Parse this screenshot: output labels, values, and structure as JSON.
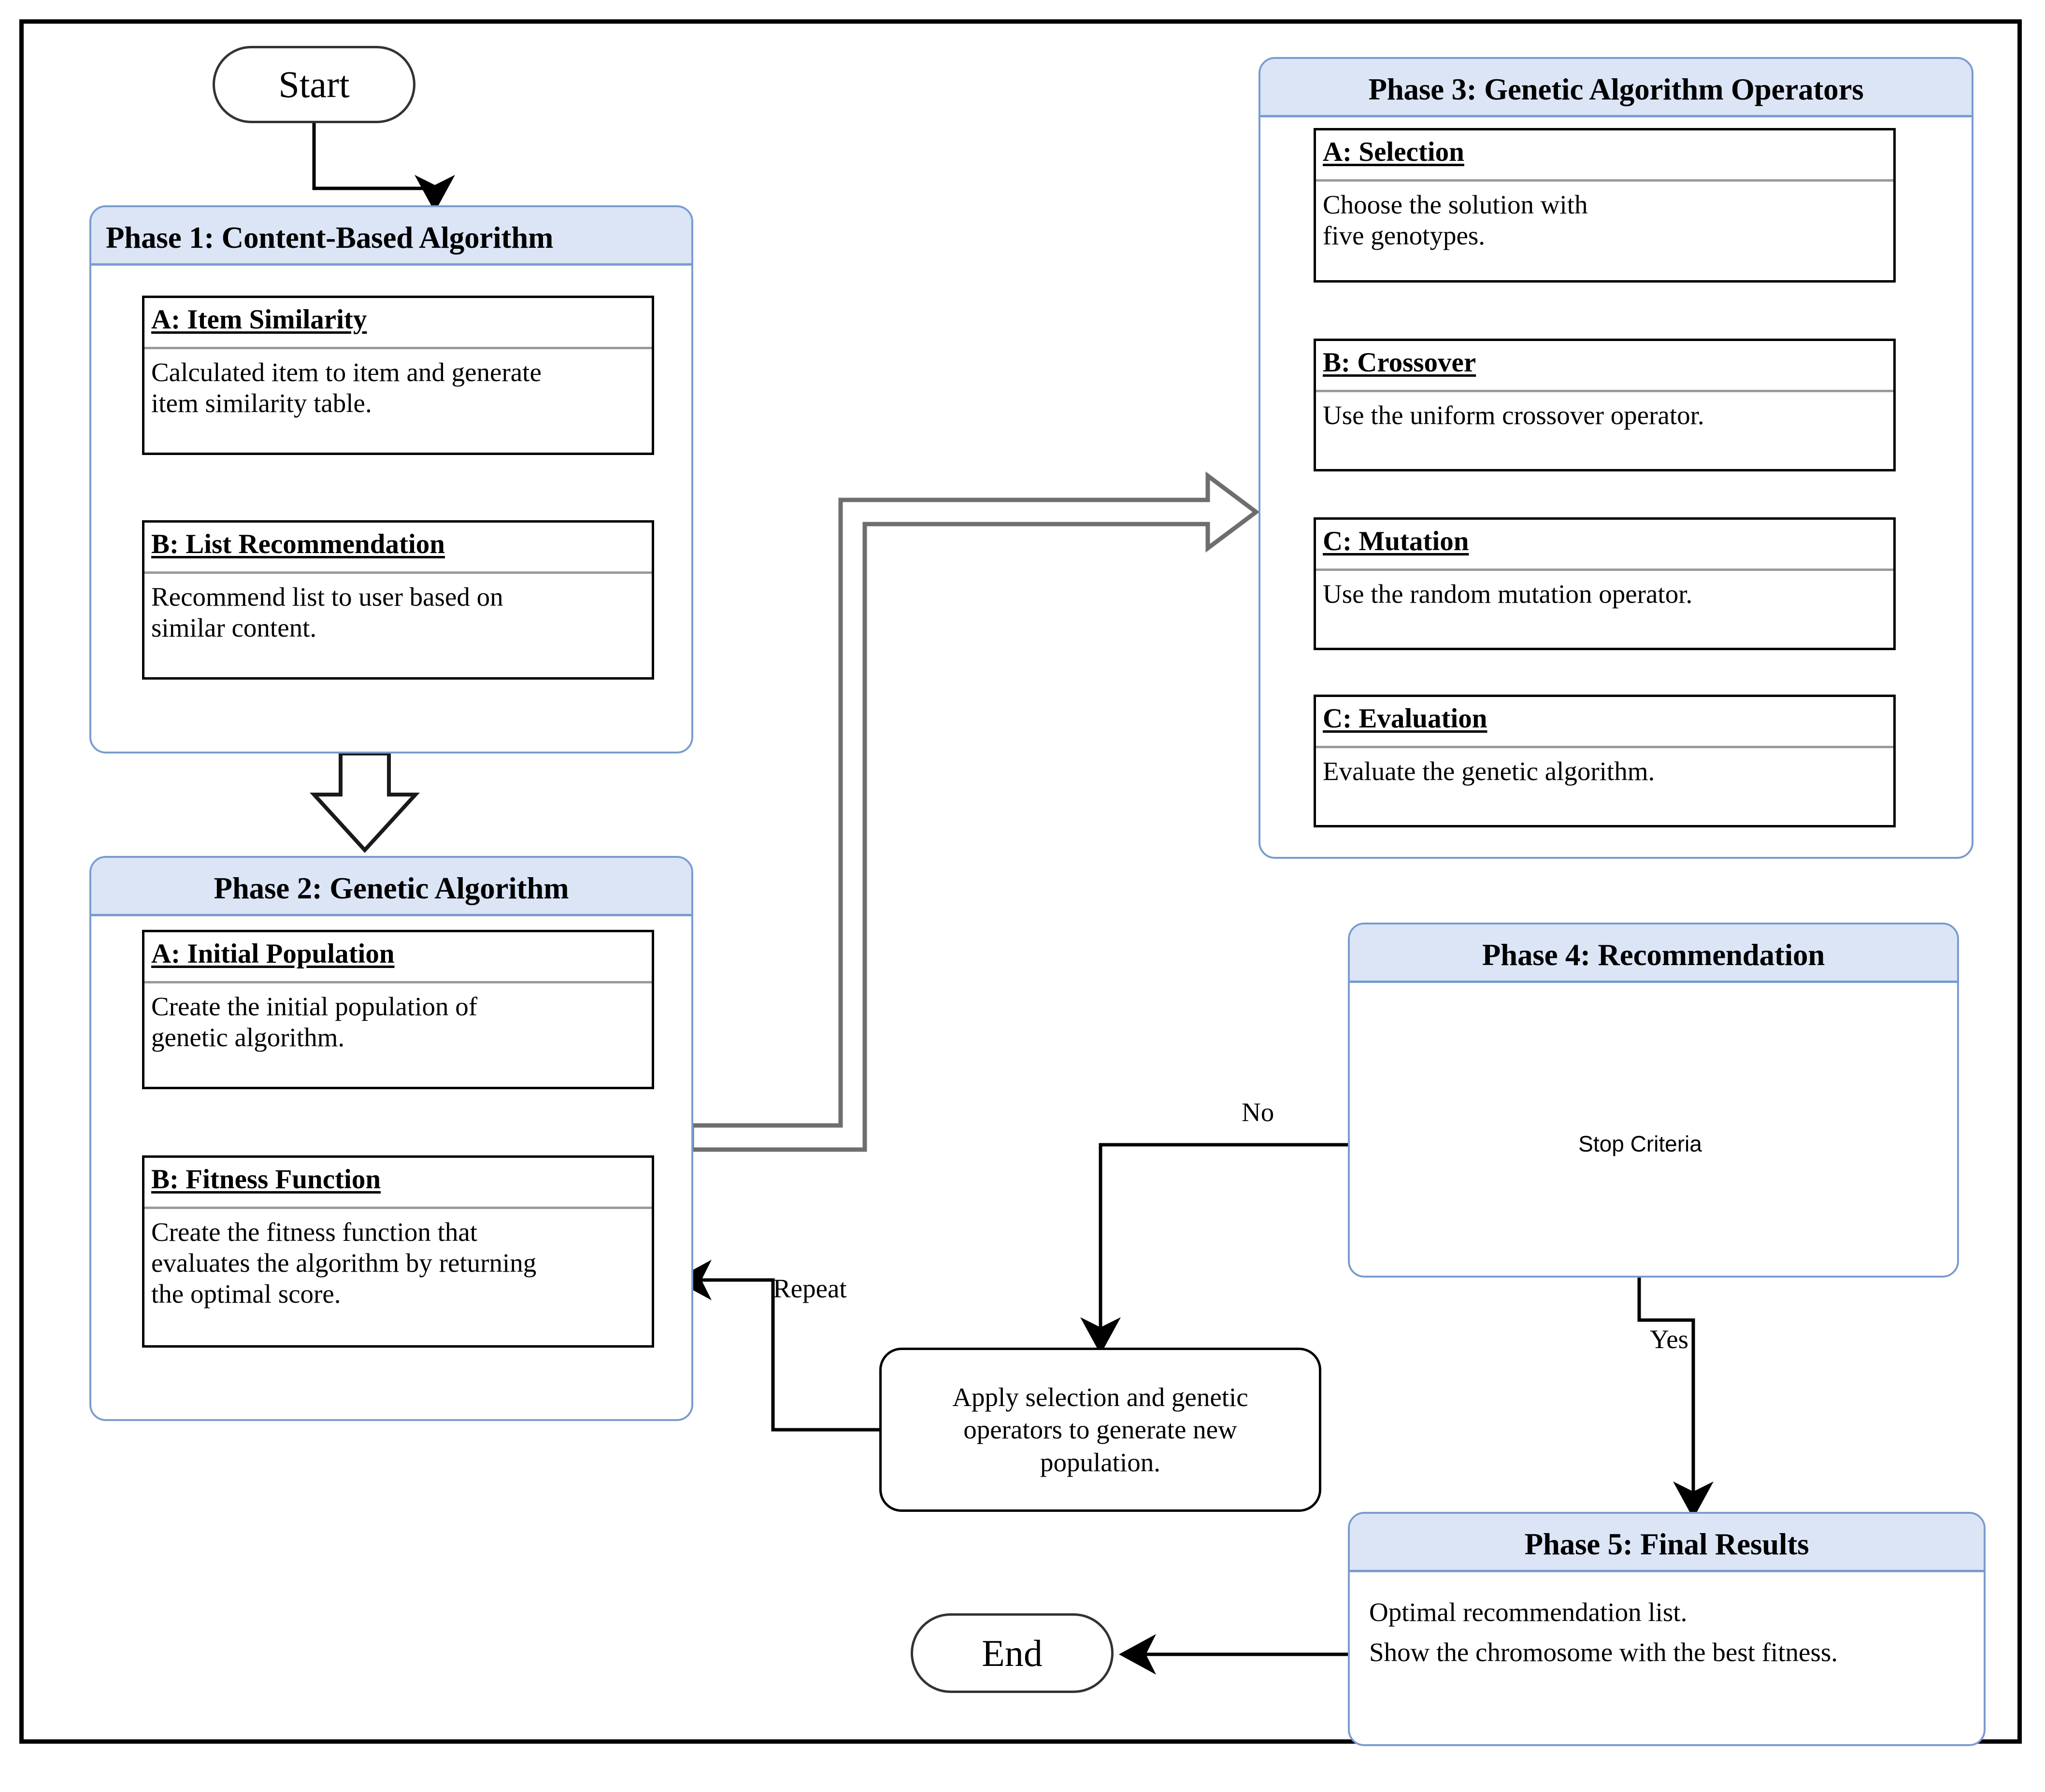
{
  "diagram": {
    "title_present": false,
    "colors": {
      "phase_header_fill": "#dbe5f6",
      "phase_border": "#7a9cd0",
      "card_border": "#000000",
      "card_rule": "#9a9a9a",
      "outer_border": "#000000",
      "connector": "#000000",
      "block_arrow_stroke": "#6e6e6e"
    }
  },
  "nodes": {
    "start": {
      "label": "Start"
    },
    "end": {
      "label": "End"
    },
    "apply_box": {
      "label": "Apply selection and genetic\noperators to generate new\npopulation."
    },
    "stop_criteria": {
      "label": "Stop Criteria"
    }
  },
  "phases": [
    {
      "id": "phase1",
      "title": "Phase 1: Content-Based Algorithm",
      "title_align": "left",
      "cards": [
        {
          "id": "p1a",
          "title": "A: Item Similarity",
          "text": "Calculated item to item and generate\nitem similarity table."
        },
        {
          "id": "p1b",
          "title": "B: List Recommendation",
          "text": "Recommend list to user based on\nsimilar content."
        }
      ]
    },
    {
      "id": "phase2",
      "title": "Phase 2: Genetic Algorithm",
      "title_align": "center",
      "cards": [
        {
          "id": "p2a",
          "title": "A: Initial Population",
          "text": "Create the initial population of\ngenetic algorithm."
        },
        {
          "id": "p2b",
          "title": "B: Fitness Function",
          "text": "Create the fitness function that\nevaluates the algorithm by returning\nthe optimal score."
        }
      ]
    },
    {
      "id": "phase3",
      "title": "Phase 3: Genetic Algorithm Operators",
      "title_align": "center",
      "cards": [
        {
          "id": "p3a",
          "title": "A: Selection",
          "text": "Choose the solution with\nfive genotypes."
        },
        {
          "id": "p3b",
          "title": "B: Crossover",
          "text": "Use the uniform crossover operator."
        },
        {
          "id": "p3c",
          "title": "C: Mutation",
          "text": "Use the random mutation operator."
        },
        {
          "id": "p3d",
          "title": "C: Evaluation",
          "text": "Evaluate the genetic algorithm."
        }
      ]
    },
    {
      "id": "phase4",
      "title": "Phase 4: Recommendation",
      "title_align": "center",
      "cards": []
    },
    {
      "id": "phase5",
      "title": "Phase 5: Final Results",
      "title_align": "center",
      "cards": [],
      "body_text": "Optimal recommendation list.\nShow the chromosome with the best fitness."
    }
  ],
  "edge_labels": {
    "no": "No",
    "yes": "Yes",
    "repeat": "Repeat"
  }
}
